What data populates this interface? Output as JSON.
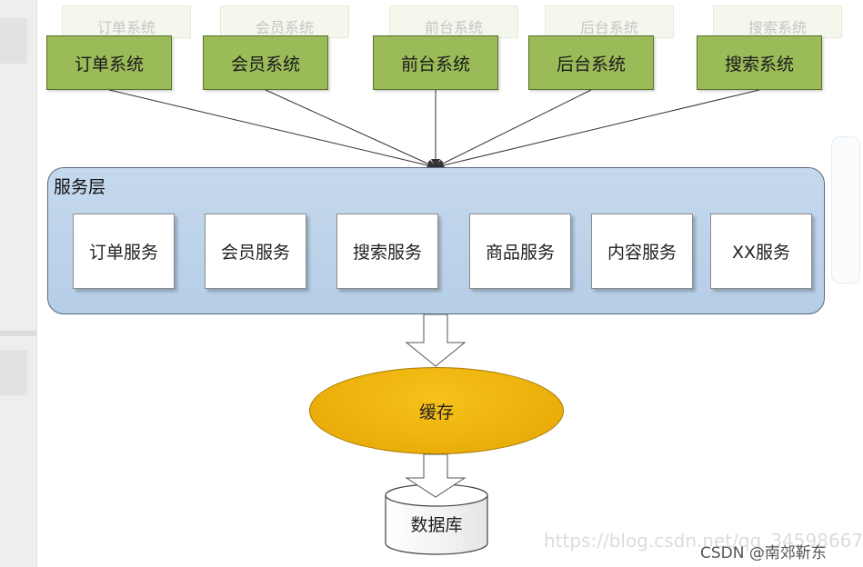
{
  "top_systems": [
    "订单系统",
    "会员系统",
    "前台系统",
    "后台系统",
    "搜索系统"
  ],
  "service_layer": {
    "title": "服务层",
    "services": [
      "订单服务",
      "会员服务",
      "搜索服务",
      "商品服务",
      "内容服务",
      "XX服务"
    ]
  },
  "cache_label": "缓存",
  "database_label": "数据库",
  "watermark": "https://blog.csdn.net/qq_34598667",
  "credit": "CSDN @南郊靳东",
  "colors": {
    "system_fill": "#9bbb59",
    "layer_fill": "#c5d9ed",
    "cache_fill": "#f0b400"
  }
}
